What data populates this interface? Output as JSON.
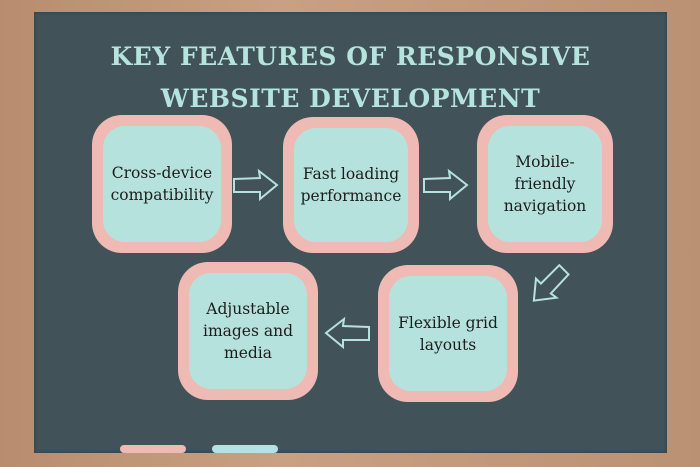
{
  "title_line1": "KEY FEATURES OF RESPONSIVE",
  "title_line2": "WEBSITE DEVELOPMENT",
  "features": [
    {
      "label": "Cross-device compatibility"
    },
    {
      "label": "Fast loading performance"
    },
    {
      "label": "Mobile-friendly navigation"
    },
    {
      "label": "Flexible grid layouts"
    },
    {
      "label": "Adjustable images and media"
    }
  ],
  "colors": {
    "board": "#415259",
    "card_outer": "#efbab3",
    "card_inner": "#b6e2de",
    "title": "#b5e3de",
    "frame": "#c39a7c"
  }
}
